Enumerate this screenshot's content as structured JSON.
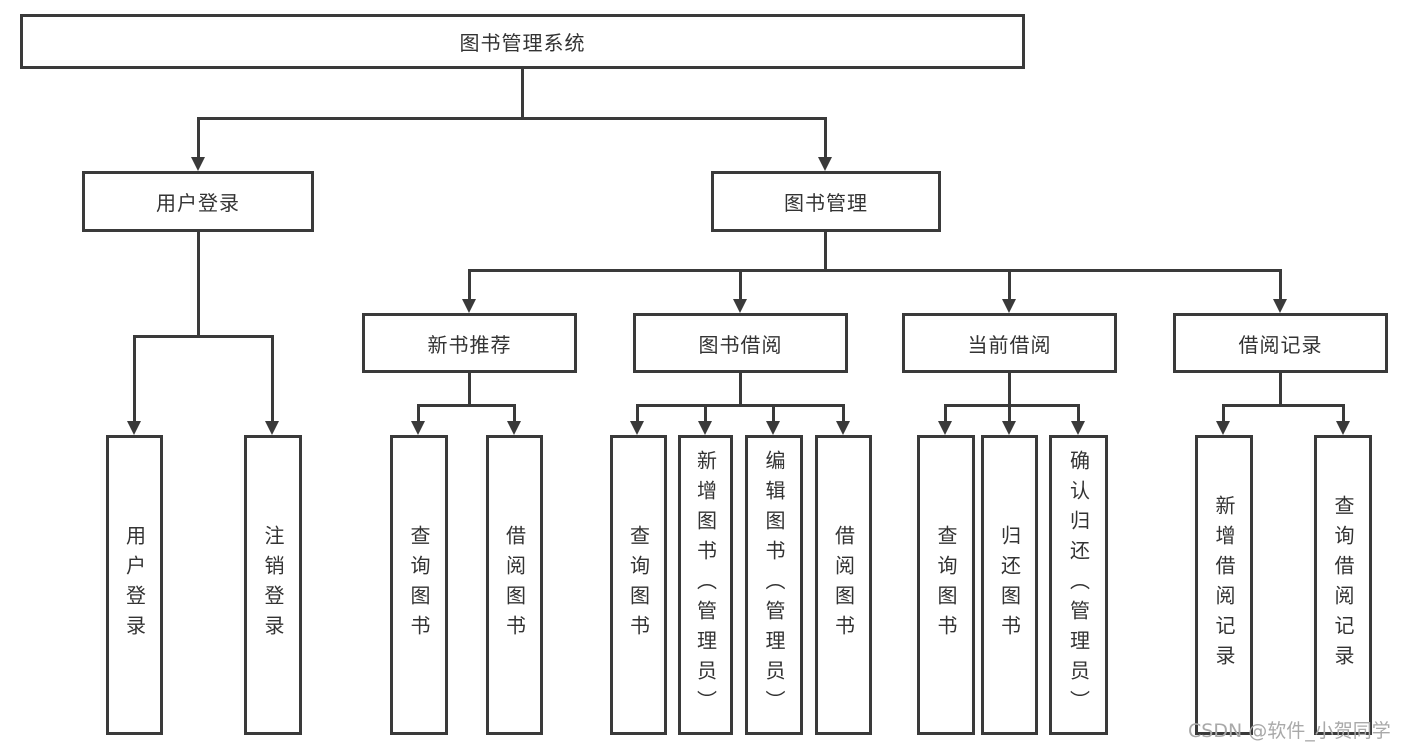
{
  "tree": {
    "root": {
      "label": "图书管理系统"
    },
    "branches": [
      {
        "label": "用户登录",
        "children": [
          {
            "label": "用户登录"
          },
          {
            "label": "注销登录"
          }
        ]
      },
      {
        "label": "图书管理",
        "children": [
          {
            "label": "新书推荐",
            "children": [
              {
                "label": "查询图书"
              },
              {
                "label": "借阅图书"
              }
            ]
          },
          {
            "label": "图书借阅",
            "children": [
              {
                "label": "查询图书"
              },
              {
                "label": "新增图书（管理员）"
              },
              {
                "label": "编辑图书（管理员）"
              },
              {
                "label": "借阅图书"
              }
            ]
          },
          {
            "label": "当前借阅",
            "children": [
              {
                "label": "查询图书"
              },
              {
                "label": "归还图书"
              },
              {
                "label": "确认归还（管理员）"
              }
            ]
          },
          {
            "label": "借阅记录",
            "children": [
              {
                "label": "新增借阅记录"
              },
              {
                "label": "查询借阅记录"
              }
            ]
          }
        ]
      }
    ]
  },
  "watermark": {
    "text": "CSDN @软件_小贺同学"
  },
  "colors": {
    "line": "#3a3a3a",
    "text": "#333333",
    "background": "#ffffff",
    "watermark": "#a9a9a9"
  }
}
